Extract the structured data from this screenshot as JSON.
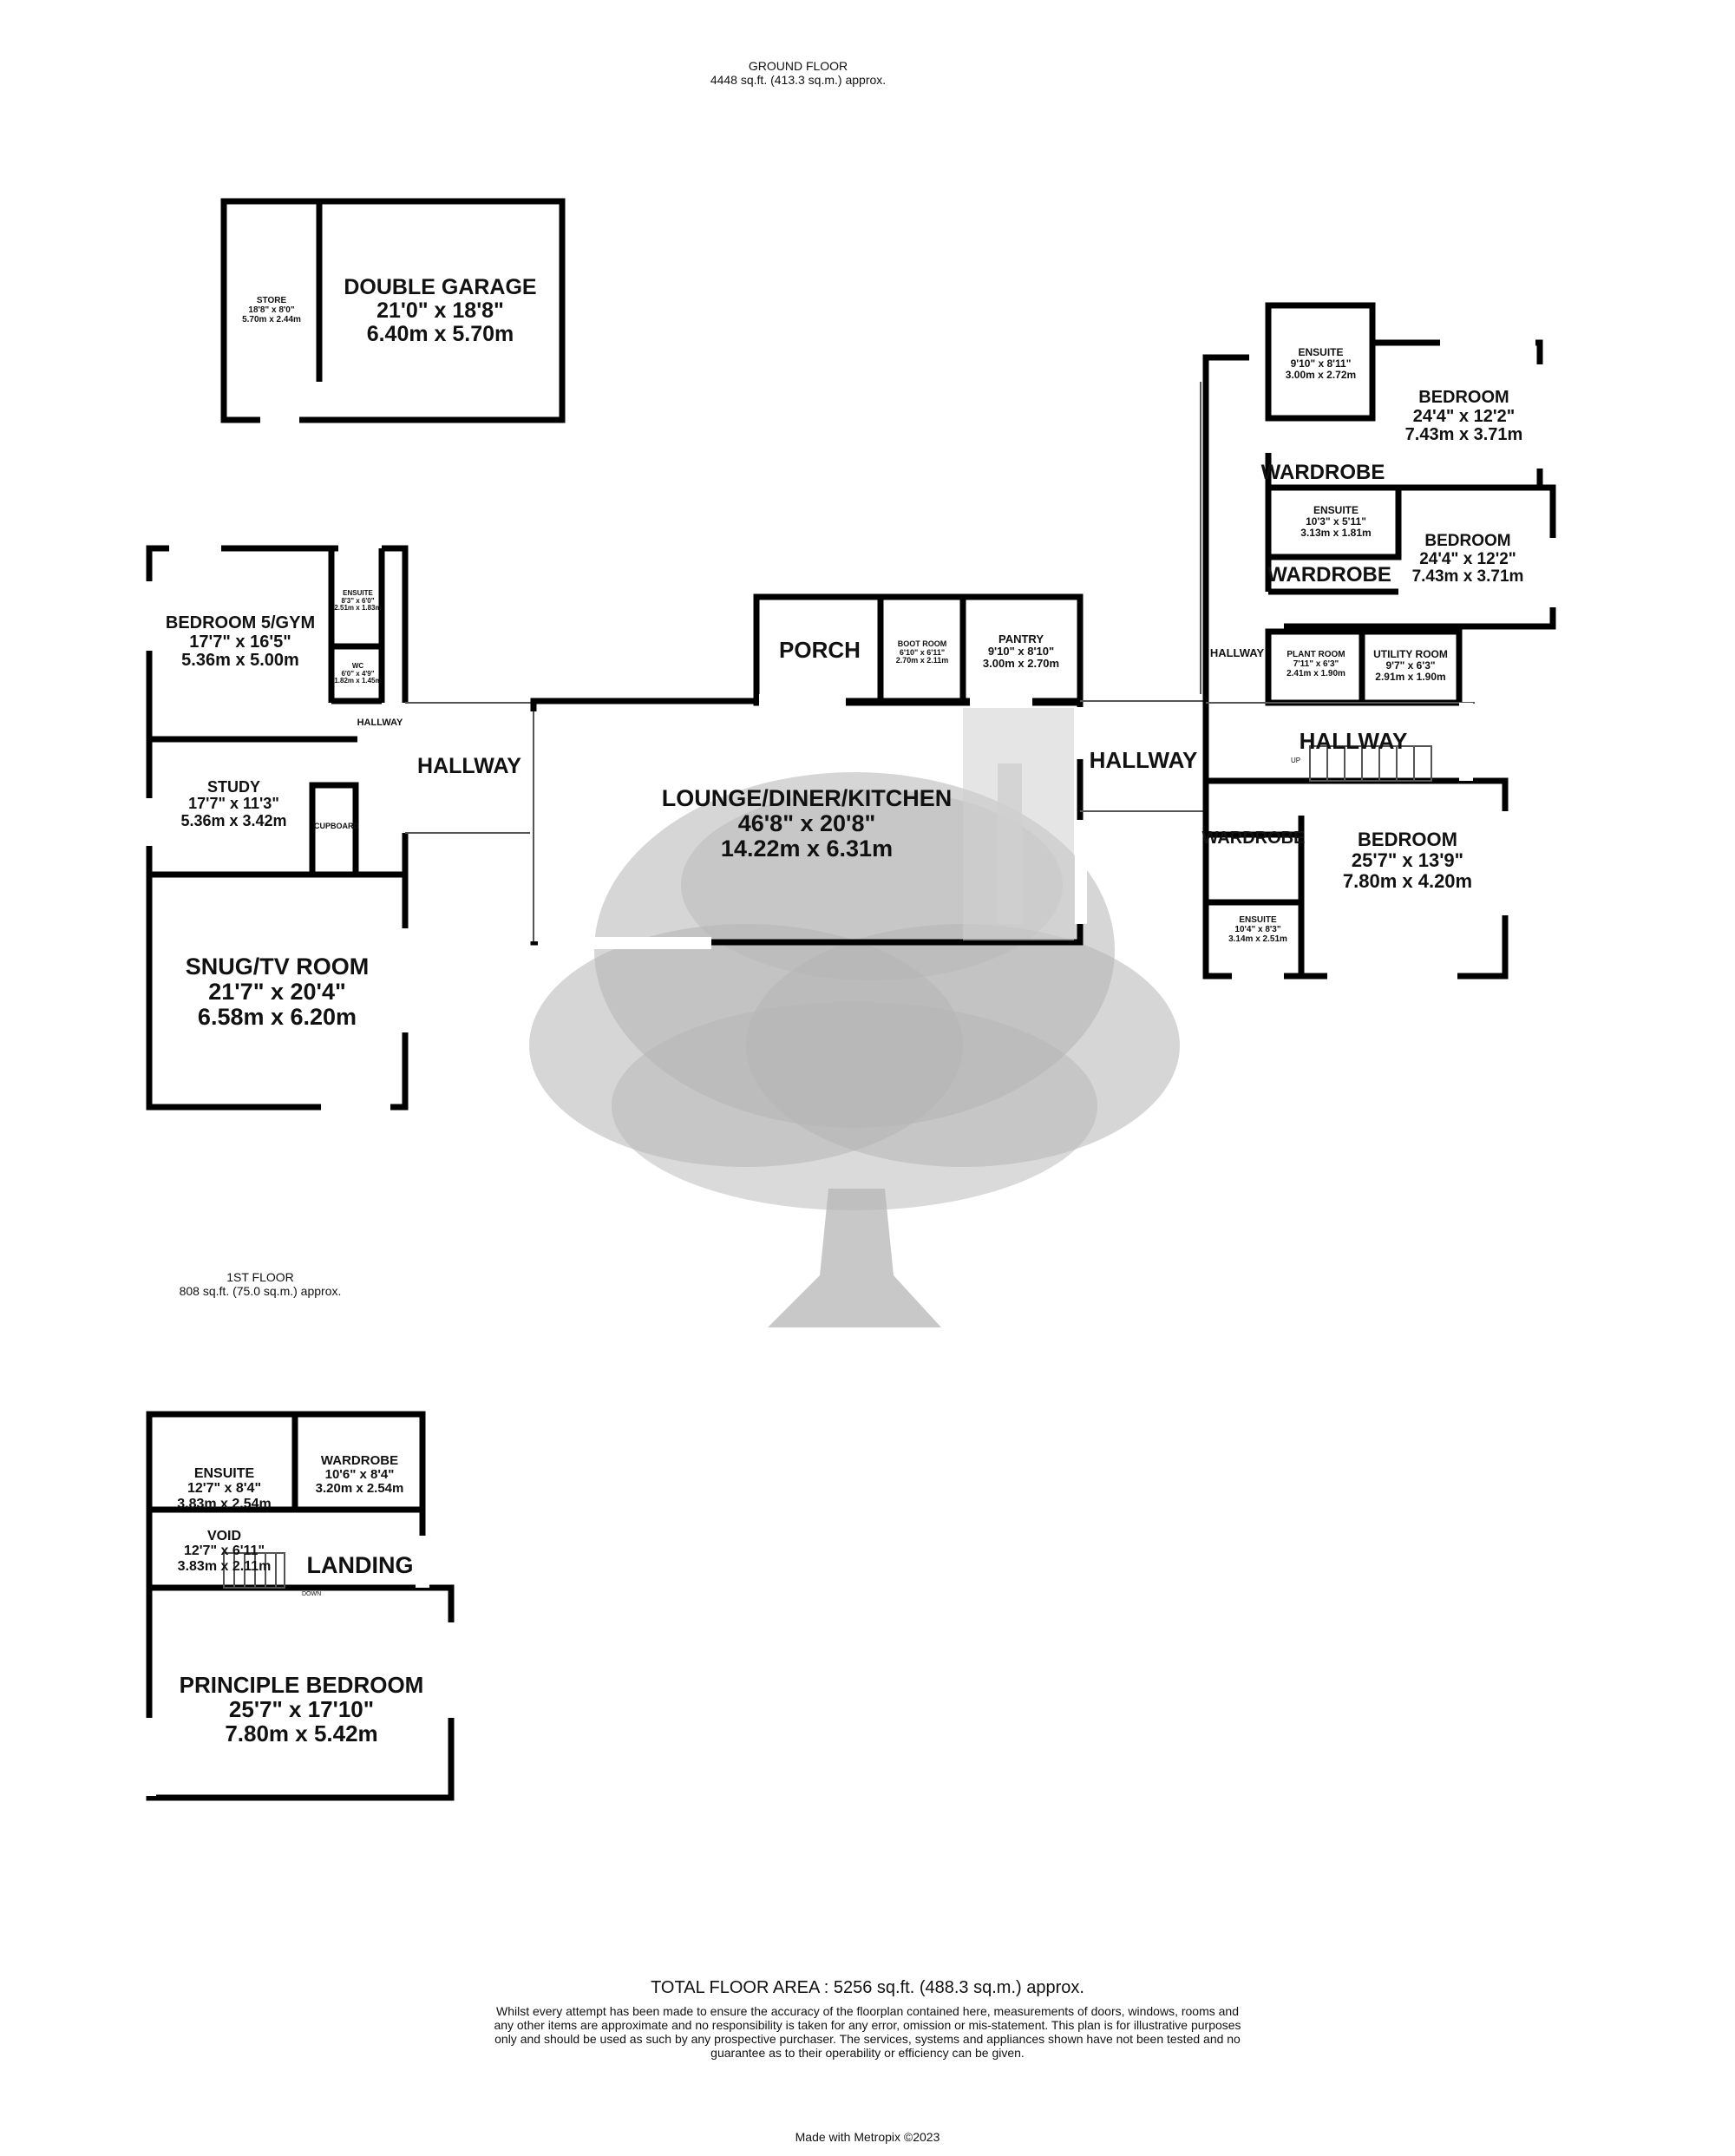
{
  "floors": {
    "ground": {
      "title": "GROUND FLOOR",
      "area": "4448 sq.ft. (413.3 sq.m.) approx."
    },
    "first": {
      "title": "1ST FLOOR",
      "area": "808 sq.ft. (75.0 sq.m.) approx."
    }
  },
  "rooms": {
    "store": {
      "name": "STORE",
      "dim_imperial": "18'8\" x 8'0\"",
      "dim_metric": "5.70m x 2.44m"
    },
    "double_garage": {
      "name": "DOUBLE GARAGE",
      "dim_imperial": "21'0\"  x 18'8\"",
      "dim_metric": "6.40m  x 5.70m"
    },
    "bedroom5_gym": {
      "name": "BEDROOM 5/GYM",
      "dim_imperial": "17'7\"  x 16'5\"",
      "dim_metric": "5.36m  x 5.00m"
    },
    "ensuite_small": {
      "name": "ENSUITE",
      "dim_imperial": "8'3\" x 6'0\"",
      "dim_metric": "2.51m x 1.83m"
    },
    "wc": {
      "name": "WC",
      "dim_imperial": "6'0\" x 4'9\"",
      "dim_metric": "1.82m x 1.45m"
    },
    "hallway_small": {
      "name": "HALLWAY"
    },
    "study": {
      "name": "STUDY",
      "dim_imperial": "17'7\"  x 11'3\"",
      "dim_metric": "5.36m  x 3.42m"
    },
    "cupboard": {
      "name": "CUPBOARD"
    },
    "snug": {
      "name": "SNUG/TV ROOM",
      "dim_imperial": "21'7\"  x 20'4\"",
      "dim_metric": "6.58m  x 6.20m"
    },
    "hallway_west": {
      "name": "HALLWAY"
    },
    "porch": {
      "name": "PORCH"
    },
    "boot_room": {
      "name": "BOOT ROOM",
      "dim_imperial": "6'10\" x 6'11\"",
      "dim_metric": "2.70m x 2.11m"
    },
    "pantry": {
      "name": "PANTRY",
      "dim_imperial": "9'10\"  x 8'10\"",
      "dim_metric": "3.00m  x 2.70m"
    },
    "lounge": {
      "name": "LOUNGE/DINER/KITCHEN",
      "dim_imperial": "46'8\"  x 20'8\"",
      "dim_metric": "14.22m  x 6.31m"
    },
    "hallway_mid": {
      "name": "HALLWAY"
    },
    "ensuite_ne": {
      "name": "ENSUITE",
      "dim_imperial": "9'10\"  x 8'11\"",
      "dim_metric": "3.00m  x 2.72m"
    },
    "bedroom_ne": {
      "name": "BEDROOM",
      "dim_imperial": "24'4\"  x 12'2\"",
      "dim_metric": "7.43m  x 3.71m"
    },
    "wardrobe_1": {
      "name": "WARDROBE"
    },
    "ensuite_e2": {
      "name": "ENSUITE",
      "dim_imperial": "10'3\"  x 5'11\"",
      "dim_metric": "3.13m  x 1.81m"
    },
    "bedroom_e2": {
      "name": "BEDROOM",
      "dim_imperial": "24'4\"  x 12'2\"",
      "dim_metric": "7.43m  x 3.71m"
    },
    "wardrobe_2": {
      "name": "WARDROBE"
    },
    "hallway_east_v": {
      "name": "HALLWAY"
    },
    "plant_room": {
      "name": "PLANT ROOM",
      "dim_imperial": "7'11\"  x 6'3\"",
      "dim_metric": "2.41m  x 1.90m"
    },
    "utility_room": {
      "name": "UTILITY ROOM",
      "dim_imperial": "9'7\"  x 6'3\"",
      "dim_metric": "2.91m  x 1.90m"
    },
    "hallway_east": {
      "name": "HALLWAY"
    },
    "wardrobe_3": {
      "name": "WARDROBE"
    },
    "bedroom_se": {
      "name": "BEDROOM",
      "dim_imperial": "25'7\"  x 13'9\"",
      "dim_metric": "7.80m  x 4.20m"
    },
    "ensuite_se": {
      "name": "ENSUITE",
      "dim_imperial": "10'4\"  x 8'3\"",
      "dim_metric": "3.14m  x 2.51m"
    },
    "ensuite_1f": {
      "name": "ENSUITE",
      "dim_imperial": "12'7\"  x 8'4\"",
      "dim_metric": "3.83m  x 2.54m"
    },
    "wardrobe_1f": {
      "name": "WARDROBE",
      "dim_imperial": "10'6\"  x 8'4\"",
      "dim_metric": "3.20m  x 2.54m"
    },
    "void": {
      "name": "VOID",
      "dim_imperial": "12'7\"  x 6'11\"",
      "dim_metric": "3.83m  x 2.11m"
    },
    "landing": {
      "name": "LANDING"
    },
    "principle_bedroom": {
      "name": "PRINCIPLE BEDROOM",
      "dim_imperial": "25'7\"  x 17'10\"",
      "dim_metric": "7.80m  x 5.42m"
    }
  },
  "stairs": {
    "up": "UP",
    "down": "DOWN"
  },
  "footer": {
    "total": "TOTAL FLOOR AREA : 5256 sq.ft. (488.3 sq.m.) approx.",
    "disclaimer": "Whilst every attempt has been made to ensure the accuracy of the floorplan contained here, measurements of doors, windows, rooms and any other items are approximate and no responsibility is taken for any error, omission or mis-statement. This plan is for illustrative purposes only and should be used as such by any prospective purchaser. The services, systems and appliances shown have not been tested and no guarantee as to their operability or efficiency can be given.",
    "credit": "Made with Metropix ©2023"
  },
  "colors": {
    "wall": "#000000",
    "tree": "#b5b5b5",
    "fitting": "#cfcfcf"
  },
  "icons": {
    "tree": "tree-watermark-icon"
  }
}
